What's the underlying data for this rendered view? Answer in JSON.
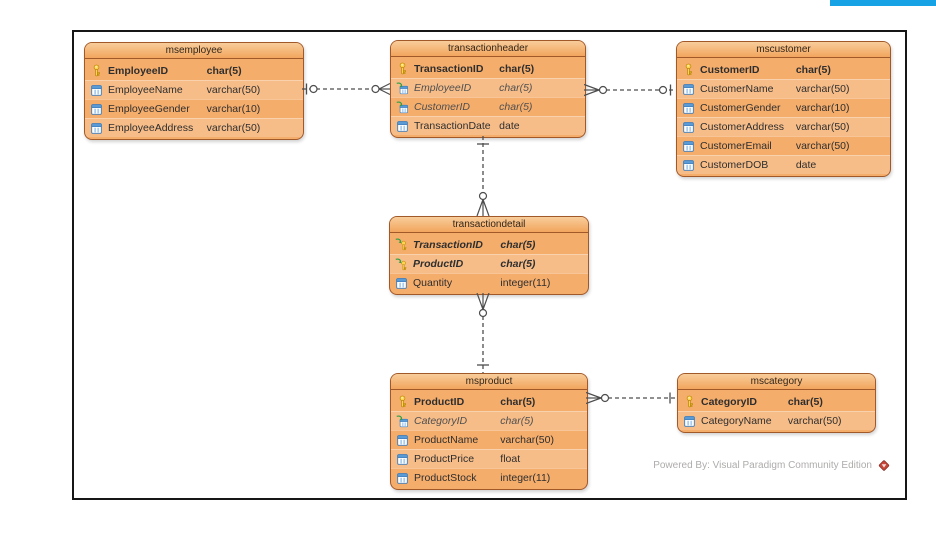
{
  "page": {
    "top_bar_color": "#18A2E6"
  },
  "colors": {
    "table_fill": "#F5AD6C",
    "table_header_fill": "#F8CD9A",
    "table_border": "#A2592A",
    "frame_border": "#161616",
    "connector": "#4D4D4D",
    "primary_key_gold": "#FFD34D",
    "foreign_key_green": "#2F9E44",
    "column_icon_blue": "#5B9BD5",
    "watermark_gray": "#AEACAB",
    "vp_logo_red": "#C8473A"
  },
  "watermark": {
    "text": "Powered By: Visual Paradigm Community Edition",
    "logo_icon": "visual-paradigm-logo-icon"
  },
  "tables": [
    {
      "id": "msemployee",
      "title": "msemployee",
      "columns": [
        {
          "icon": "primary-key-icon",
          "name": "EmployeeID",
          "type": "char(5)",
          "key": "primary"
        },
        {
          "icon": "column-icon",
          "name": "EmployeeName",
          "type": "varchar(50)",
          "key": "none"
        },
        {
          "icon": "column-icon",
          "name": "EmployeeGender",
          "type": "varchar(10)",
          "key": "none"
        },
        {
          "icon": "column-icon",
          "name": "EmployeeAddress",
          "type": "varchar(50)",
          "key": "none"
        }
      ]
    },
    {
      "id": "transactionheader",
      "title": "transactionheader",
      "columns": [
        {
          "icon": "primary-key-icon",
          "name": "TransactionID",
          "type": "char(5)",
          "key": "primary"
        },
        {
          "icon": "foreign-key-icon",
          "name": "EmployeeID",
          "type": "char(5)",
          "key": "foreign"
        },
        {
          "icon": "foreign-key-icon",
          "name": "CustomerID",
          "type": "char(5)",
          "key": "foreign"
        },
        {
          "icon": "column-icon",
          "name": "TransactionDate",
          "type": "date",
          "key": "none"
        }
      ]
    },
    {
      "id": "mscustomer",
      "title": "mscustomer",
      "columns": [
        {
          "icon": "primary-key-icon",
          "name": "CustomerID",
          "type": "char(5)",
          "key": "primary"
        },
        {
          "icon": "column-icon",
          "name": "CustomerName",
          "type": "varchar(50)",
          "key": "none"
        },
        {
          "icon": "column-icon",
          "name": "CustomerGender",
          "type": "varchar(10)",
          "key": "none"
        },
        {
          "icon": "column-icon",
          "name": "CustomerAddress",
          "type": "varchar(50)",
          "key": "none"
        },
        {
          "icon": "column-icon",
          "name": "CustomerEmail",
          "type": "varchar(50)",
          "key": "none"
        },
        {
          "icon": "column-icon",
          "name": "CustomerDOB",
          "type": "date",
          "key": "none"
        }
      ]
    },
    {
      "id": "transactiondetail",
      "title": "transactiondetail",
      "columns": [
        {
          "icon": "primary-foreign-key-icon",
          "name": "TransactionID",
          "type": "char(5)",
          "key": "primary-foreign"
        },
        {
          "icon": "primary-foreign-key-icon",
          "name": "ProductID",
          "type": "char(5)",
          "key": "primary-foreign"
        },
        {
          "icon": "column-icon",
          "name": "Quantity",
          "type": "integer(11)",
          "key": "none"
        }
      ]
    },
    {
      "id": "msproduct",
      "title": "msproduct",
      "columns": [
        {
          "icon": "primary-key-icon",
          "name": "ProductID",
          "type": "char(5)",
          "key": "primary"
        },
        {
          "icon": "foreign-key-icon",
          "name": "CategoryID",
          "type": "char(5)",
          "key": "foreign"
        },
        {
          "icon": "column-icon",
          "name": "ProductName",
          "type": "varchar(50)",
          "key": "none"
        },
        {
          "icon": "column-icon",
          "name": "ProductPrice",
          "type": "float",
          "key": "none"
        },
        {
          "icon": "column-icon",
          "name": "ProductStock",
          "type": "integer(11)",
          "key": "none"
        }
      ]
    },
    {
      "id": "mscategory",
      "title": "mscategory",
      "columns": [
        {
          "icon": "primary-key-icon",
          "name": "CategoryID",
          "type": "char(5)",
          "key": "primary"
        },
        {
          "icon": "column-icon",
          "name": "CategoryName",
          "type": "varchar(50)",
          "key": "none"
        }
      ]
    }
  ],
  "relationships": [
    {
      "from": "msemployee",
      "to": "transactionheader",
      "from_cardinality": "one-optional",
      "to_cardinality": "many-optional",
      "line": "dashed"
    },
    {
      "from": "transactionheader",
      "to": "mscustomer",
      "from_cardinality": "many-optional",
      "to_cardinality": "one-optional",
      "line": "dashed"
    },
    {
      "from": "transactionheader",
      "to": "transactiondetail",
      "from_cardinality": "one",
      "to_cardinality": "many-optional",
      "line": "dashed"
    },
    {
      "from": "transactiondetail",
      "to": "msproduct",
      "from_cardinality": "many-optional",
      "to_cardinality": "one",
      "line": "dashed"
    },
    {
      "from": "msproduct",
      "to": "mscategory",
      "from_cardinality": "many-optional",
      "to_cardinality": "one",
      "line": "dashed"
    }
  ]
}
